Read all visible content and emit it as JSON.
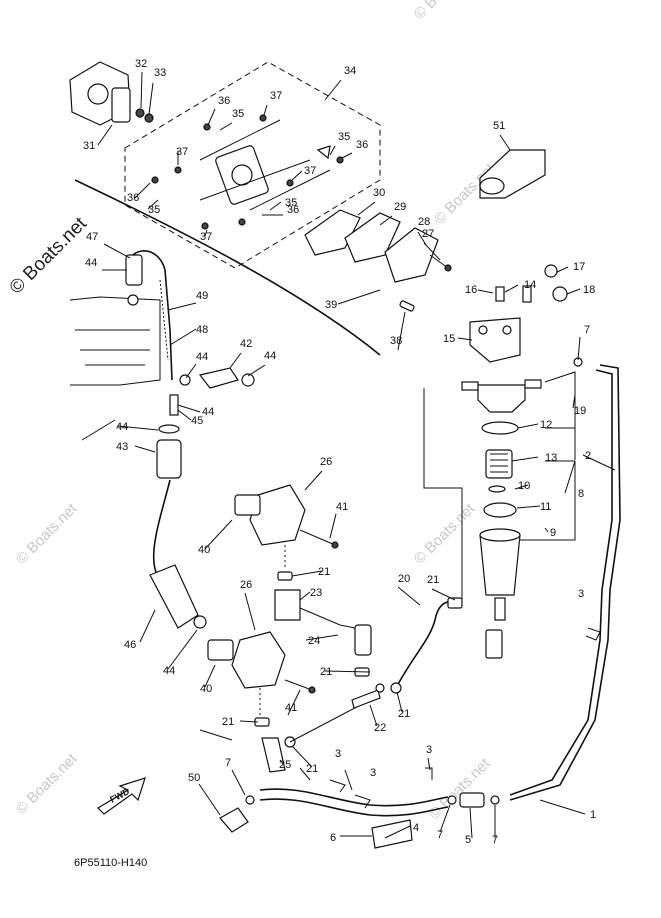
{
  "diagram": {
    "part_code": "6P55110-H140",
    "fwd_label": "FWD",
    "watermark_main": "© Boats.net",
    "watermark_faint": "© Boats.net",
    "callouts": [
      "1",
      "2",
      "3",
      "3",
      "3",
      "3",
      "4",
      "5",
      "6",
      "7",
      "7",
      "7",
      "7",
      "8",
      "9",
      "10",
      "11",
      "12",
      "13",
      "14",
      "15",
      "16",
      "17",
      "18",
      "19",
      "20",
      "21",
      "21",
      "21",
      "21",
      "21",
      "21",
      "22",
      "23",
      "24",
      "25",
      "26",
      "26",
      "27",
      "28",
      "29",
      "30",
      "31",
      "32",
      "33",
      "34",
      "35",
      "35",
      "35",
      "35",
      "36",
      "36",
      "36",
      "36",
      "37",
      "37",
      "37",
      "37",
      "38",
      "39",
      "40",
      "40",
      "41",
      "41",
      "42",
      "43",
      "44",
      "44",
      "44",
      "44",
      "44",
      "44",
      "45",
      "46",
      "47",
      "48",
      "49",
      "50",
      "51"
    ]
  }
}
